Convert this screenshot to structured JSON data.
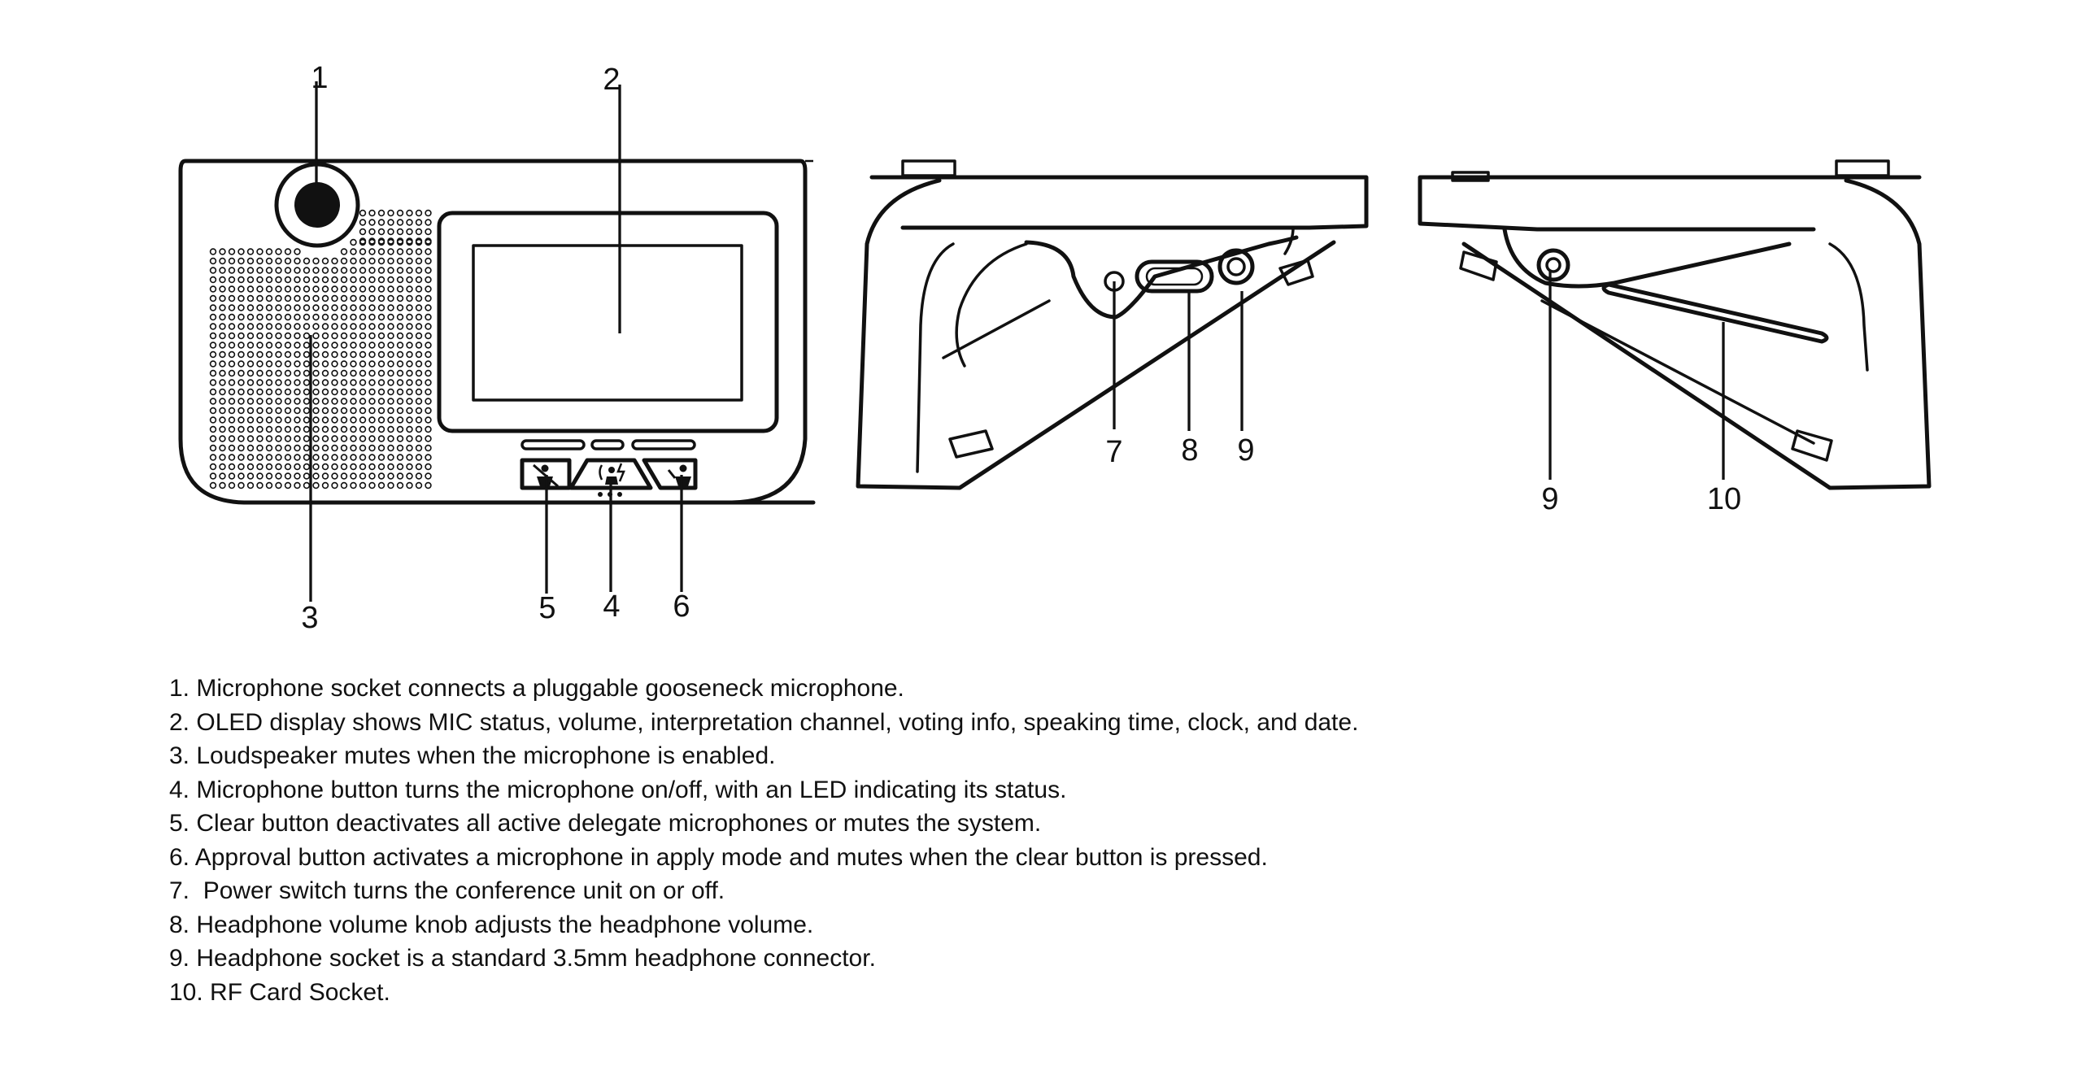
{
  "callouts": {
    "front": [
      "1",
      "2",
      "3",
      "4",
      "5",
      "6"
    ],
    "left_side": [
      "7",
      "8",
      "9"
    ],
    "right_side": [
      "9",
      "10"
    ]
  },
  "legend": [
    "1. Microphone socket connects a pluggable gooseneck microphone.",
    "2. OLED display shows MIC status, volume, interpretation channel, voting info, speaking time, clock, and date.",
    "3. Loudspeaker mutes when the microphone is enabled.",
    "4. Microphone button turns the microphone on/off, with an LED indicating its status.",
    "5. Clear button deactivates all active delegate microphones or mutes the system.",
    "6. Approval button activates a microphone in apply mode and mutes when the clear button is pressed.",
    "7.  Power switch turns the conference unit on or off.",
    "8. Headphone volume knob adjusts the headphone volume.",
    "9. Headphone socket is a standard 3.5mm headphone connector.",
    "10. RF Card Socket."
  ]
}
